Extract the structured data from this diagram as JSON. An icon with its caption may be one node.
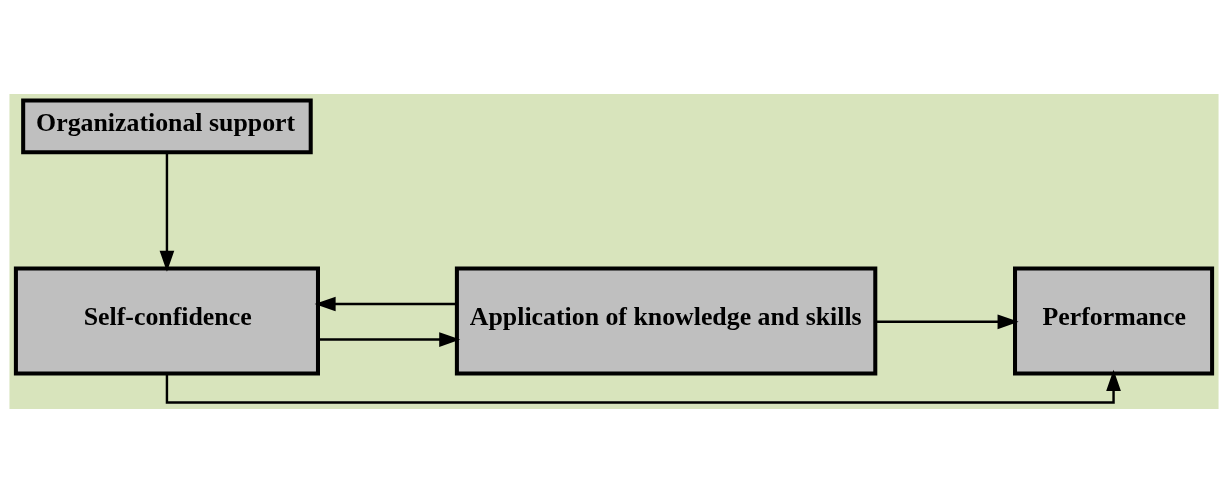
{
  "diagram": {
    "nodes": [
      {
        "text": [
          "Organizational support"
        ]
      },
      {
        "text": [
          "Application of knowledge and skills"
        ]
      },
      {
        "text": [
          "Self-confidence"
        ]
      },
      {
        "text": [
          "Performance"
        ]
      }
    ],
    "edges": [
      {
        "from": 0,
        "to": 2,
        "arrow": "to"
      },
      {
        "from": 1,
        "to": 2,
        "arrow": "to"
      },
      {
        "from": 2,
        "to": 1,
        "arrow": "to"
      },
      {
        "from": 2,
        "to": 3,
        "arrow": "to"
      },
      {
        "from": 1,
        "to": 3,
        "arrow": "to"
      }
    ]
  }
}
